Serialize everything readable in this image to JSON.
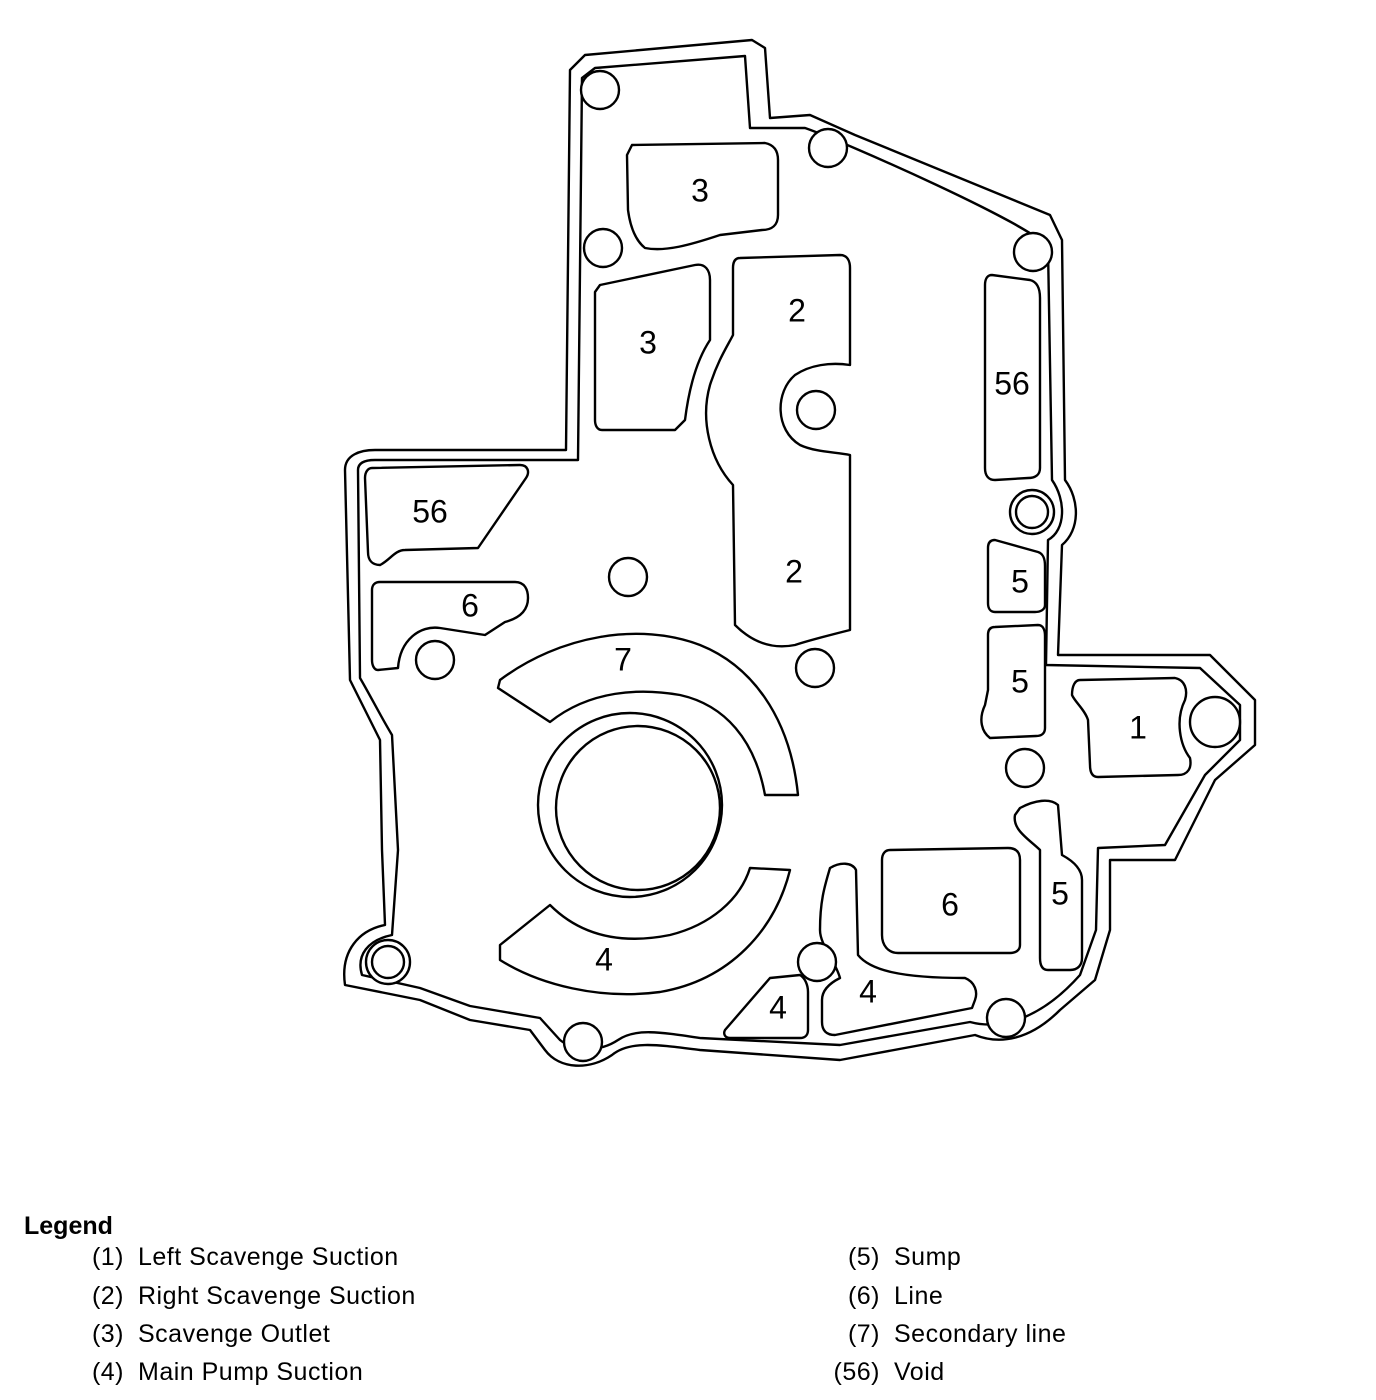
{
  "diagram": {
    "labels": {
      "port_3_top": "3",
      "port_3_mid": "3",
      "port_2_top": "2",
      "port_2_bottom": "2",
      "port_56_right": "56",
      "port_56_left": "56",
      "port_6_left": "6",
      "port_7": "7",
      "port_5_upper": "5",
      "port_5_middle": "5",
      "port_5_lower": "5",
      "port_1": "1",
      "port_6_right": "6",
      "port_4_arc": "4",
      "port_4_small": "4",
      "port_4_right": "4"
    }
  },
  "legend": {
    "title": "Legend",
    "items": [
      {
        "num": "(1)",
        "text": "Left Scavenge Suction"
      },
      {
        "num": "(2)",
        "text": "Right Scavenge Suction"
      },
      {
        "num": "(3)",
        "text": "Scavenge Outlet"
      },
      {
        "num": "(4)",
        "text": "Main Pump Suction"
      },
      {
        "num": "(5)",
        "text": "Sump"
      },
      {
        "num": "(6)",
        "text": "Line"
      },
      {
        "num": "(7)",
        "text": "Secondary line"
      },
      {
        "num": "(56)",
        "text": "Void"
      }
    ]
  }
}
